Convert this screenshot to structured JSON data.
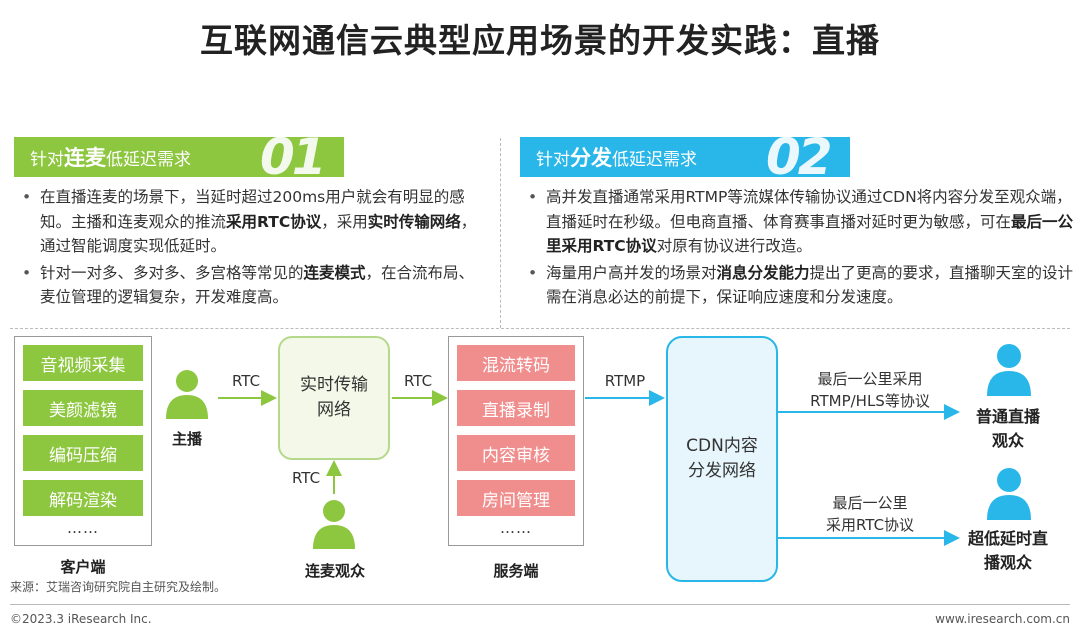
{
  "title": "互联网通信云典型应用场景的开发实践：直播",
  "left_section": {
    "prefix": "针对",
    "highlight": "连麦",
    "suffix": "低延迟需求",
    "number": "01",
    "color": "#8dc63f",
    "bullet1": {
      "t1": "在直播连麦的场景下，当延时超过200ms用户就会有明显的感知。主播和连麦观众的推流",
      "b1": "采用RTC协议",
      "t2": "，采用",
      "b2": "实时传输网络",
      "t3": "，通过智能调度实现低延时。"
    },
    "bullet2": {
      "t1": "针对一对多、多对多、多宫格等常见的",
      "b1": "连麦模式",
      "t2": "，在合流布局、麦位管理的逻辑复杂，开发难度高。"
    }
  },
  "right_section": {
    "prefix": "针对",
    "highlight": "分发",
    "suffix": "低延迟需求",
    "number": "02",
    "color": "#29b6e8",
    "bullet1": {
      "t1": "高并发直播通常采用RTMP等流媒体传输协议通过CDN将内容分发至观众端，直播延时在秒级。但电商直播、体育赛事直播对延时更为敏感，可在",
      "b1": "最后一公里采用RTC协议",
      "t2": "对原有协议进行改造。"
    },
    "bullet2": {
      "t1": "海量用户高并发的场景对",
      "b1": "消息分发能力",
      "t2": "提出了更高的要求，直播聊天室的设计需在消息必达的前提下，保证响应速度和分发速度。"
    }
  },
  "diagram": {
    "client_items": [
      "音视频采集",
      "美颜滤镜",
      "编码压缩",
      "解码渲染"
    ],
    "client_dots": "……",
    "client_label": "客户端",
    "anchor_label": "主播",
    "rtc_label_1": "RTC",
    "rtc_label_2": "RTC",
    "rtc_label_3": "RTC",
    "realtime_network": "实时传输网络",
    "comic_viewer_label": "连麦观众",
    "server_items": [
      "混流转码",
      "直播录制",
      "内容审核",
      "房间管理"
    ],
    "server_dots": "……",
    "server_label": "服务端",
    "rtmp_label": "RTMP",
    "cdn_box": "CDN内容分发网络",
    "top_route_line1": "最后一公里采用",
    "top_route_line2": "RTMP/HLS等协议",
    "bottom_route_line1": "最后一公里",
    "bottom_route_line2": "采用RTC协议",
    "normal_viewer_label": "普通直播观众",
    "ultra_viewer_label": "超低延时直播观众"
  },
  "colors": {
    "green": "#8dc63f",
    "blue": "#29b6e8",
    "pink": "#f08e8e",
    "green_light": "#f3f8e8",
    "blue_light": "#e6f6fc"
  },
  "source": "来源：艾瑞咨询研究院自主研究及绘制。",
  "copyright": "©2023.3 iResearch Inc.",
  "website": "www.iresearch.com.cn"
}
